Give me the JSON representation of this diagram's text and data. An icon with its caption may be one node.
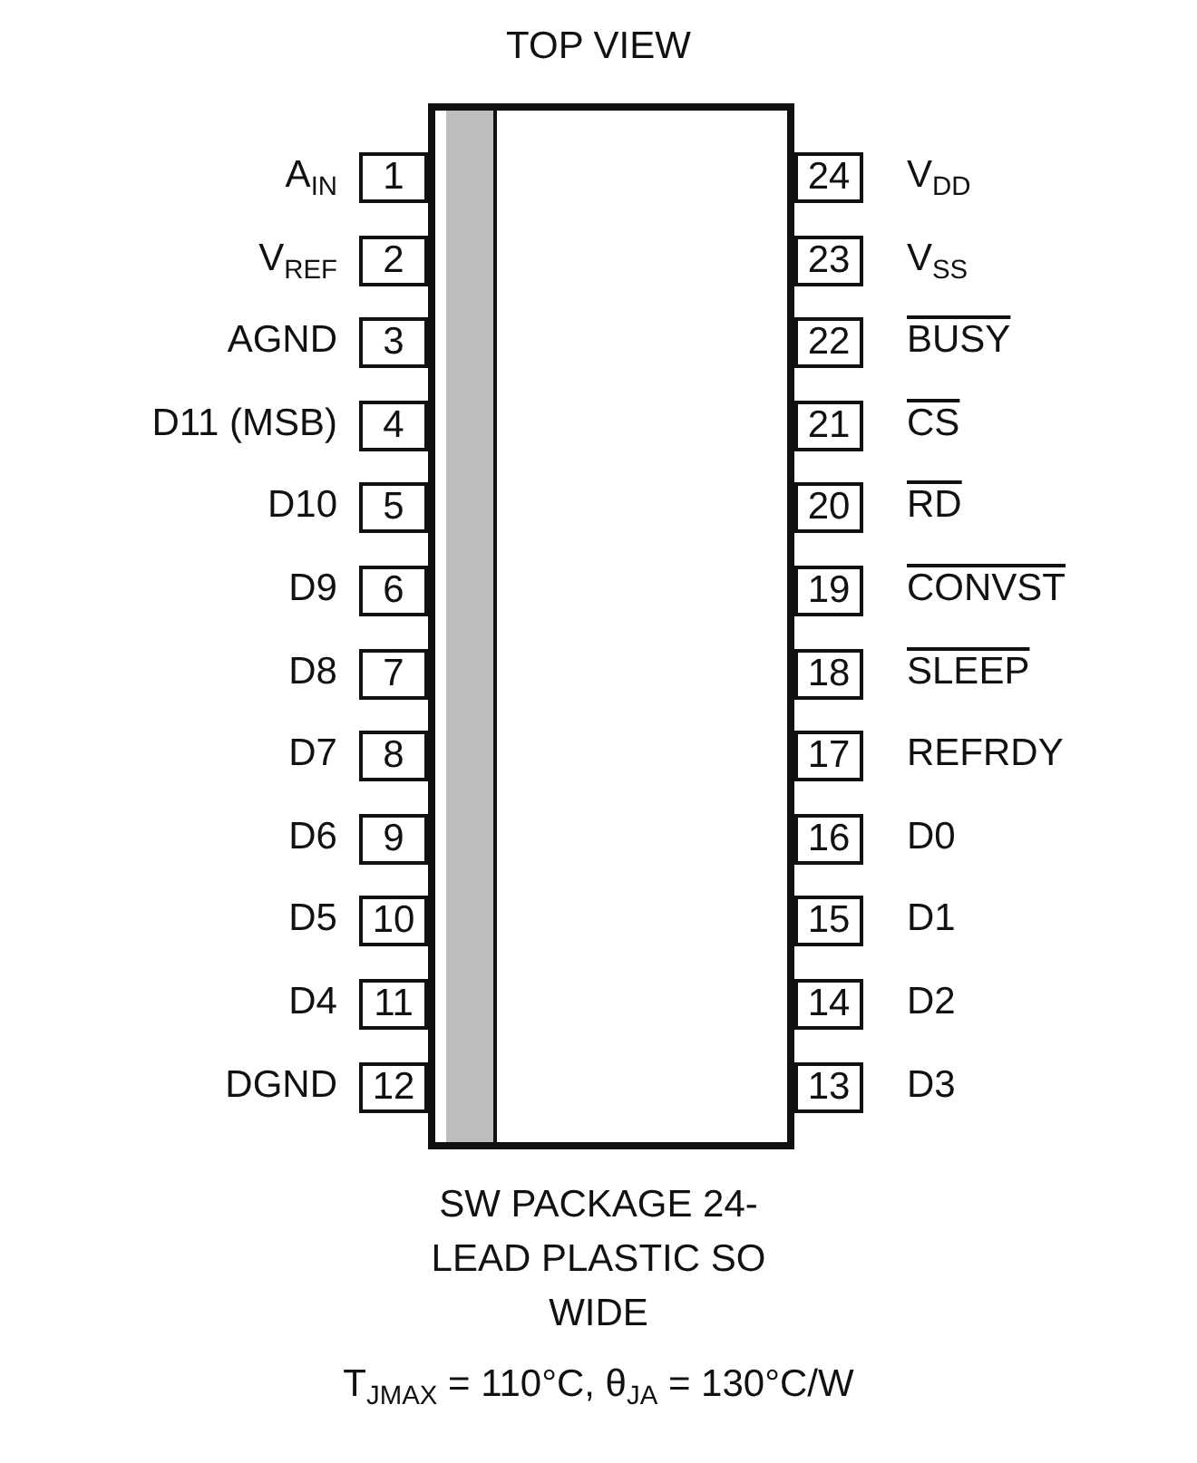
{
  "diagram": {
    "title": "TOP VIEW",
    "caption": "SW PACKAGE 24-LEAD PLASTIC SO WIDE",
    "nodes": [
      {
        "text": [],
        "shape": "box"
      },
      {
        "text": [
          "1"
        ],
        "beside": [
          "A$_{IN}$"
        ]
      },
      {
        "text": [
          "2"
        ],
        "beside": [
          "V$_{REF}$"
        ]
      },
      {
        "text": [
          "3"
        ],
        "beside": [
          "AGND"
        ]
      },
      {
        "text": [
          "4"
        ],
        "beside": [
          "D11 (MSB)"
        ]
      },
      {
        "text": [
          "5"
        ],
        "beside": [
          "D10"
        ]
      },
      {
        "text": [
          "6"
        ],
        "beside": [
          "D9"
        ]
      },
      {
        "text": [
          "7"
        ],
        "beside": [
          "D8"
        ]
      },
      {
        "text": [
          "8"
        ],
        "beside": [
          "D7"
        ]
      },
      {
        "text": [
          "9"
        ],
        "beside": [
          "D6"
        ]
      },
      {
        "text": [
          "10"
        ],
        "beside": [
          "D5"
        ]
      },
      {
        "text": [
          "11"
        ],
        "beside": [
          "D4"
        ]
      },
      {
        "text": [
          "12"
        ],
        "beside": [
          "DGND"
        ]
      },
      {
        "text": [
          "13"
        ],
        "beside": [
          "D3"
        ]
      },
      {
        "text": [
          "14"
        ],
        "beside": [
          "D2"
        ]
      },
      {
        "text": [
          "15"
        ],
        "beside": [
          "D1"
        ]
      },
      {
        "text": [
          "16"
        ],
        "beside": [
          "D0"
        ]
      },
      {
        "text": [
          "17"
        ],
        "beside": [
          "REFRDY"
        ]
      },
      {
        "text": [
          "18"
        ],
        "beside": [
          "SLEEP"
        ]
      },
      {
        "text": [
          "19"
        ],
        "beside": [
          "CONVST"
        ]
      },
      {
        "text": [
          "20"
        ],
        "beside": [
          "RD"
        ]
      },
      {
        "text": [
          "21"
        ],
        "beside": [
          "CS"
        ]
      },
      {
        "text": [
          "22"
        ],
        "beside": [
          "BUSY"
        ]
      },
      {
        "text": [
          "23"
        ],
        "beside": [
          "V$_{SS}$"
        ]
      },
      {
        "text": [
          "24"
        ],
        "beside": [
          "V$_{DD}$"
        ]
      }
    ],
    "labels": [
      "T$_{JMAX}$ = 110°C, θ$_{JA}$ = 130°C/W"
    ]
  }
}
